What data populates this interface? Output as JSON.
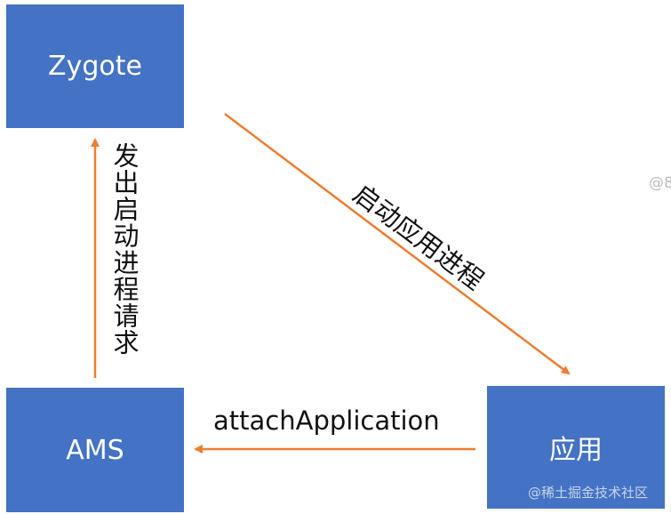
{
  "nodes": {
    "zygote": "Zygote",
    "ams": "AMS",
    "app": "应用"
  },
  "edges": {
    "ams_to_zygote": "发出启动进程请求",
    "zygote_to_app": "启动应用进程",
    "app_to_ams": "attachApplication"
  },
  "watermark": "@稀土掘金技术社区",
  "watermark_partial": "@8",
  "colors": {
    "box": "#4472C4",
    "arrow": "#ED7D31"
  }
}
